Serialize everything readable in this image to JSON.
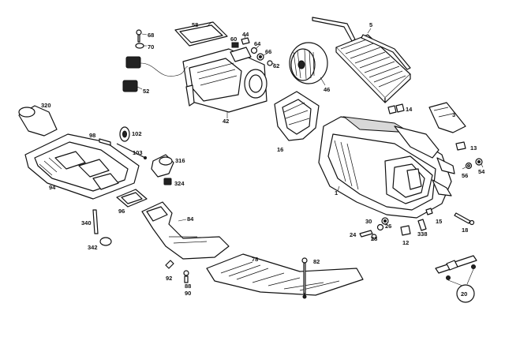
{
  "diagram": {
    "labels": {
      "l1": "1",
      "l3": "3",
      "l5": "5",
      "l12": "12",
      "l13": "13",
      "l14": "14",
      "l15": "15",
      "l16": "16",
      "l18": "18",
      "l20": "20",
      "l24": "24",
      "l26": "26",
      "l28": "28",
      "l30": "30",
      "l42": "42",
      "l44": "44",
      "l46": "46",
      "l52": "52",
      "l54": "54",
      "l56": "56",
      "l58": "58",
      "l60": "60",
      "l62": "62",
      "l64": "64",
      "l66": "66",
      "l68": "68",
      "l70": "70",
      "l78": "78",
      "l82": "82",
      "l84": "84",
      "l88": "88",
      "l90": "90",
      "l92": "92",
      "l94": "94",
      "l96": "96",
      "l98": "98",
      "l102": "102",
      "l103": "103",
      "l316": "316",
      "l320": "320",
      "l324": "324",
      "l338": "338",
      "l340": "340",
      "l342": "342"
    }
  }
}
